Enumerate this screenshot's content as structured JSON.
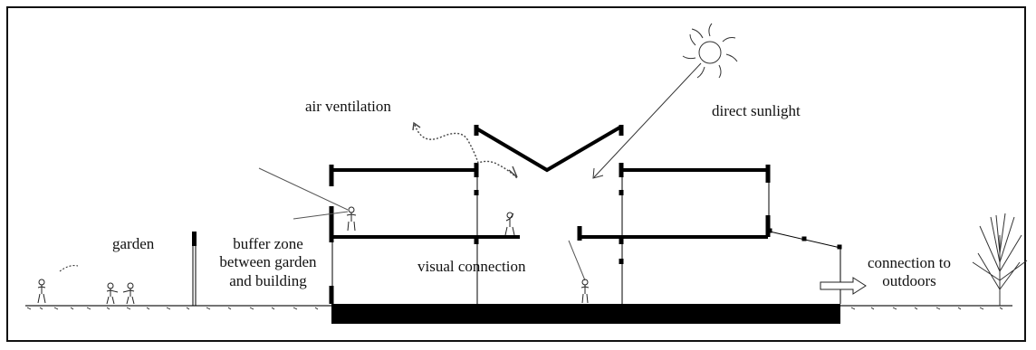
{
  "diagram": {
    "labels": {
      "air_ventilation": "air ventilation",
      "direct_sunlight": "direct sunlight",
      "garden": "garden",
      "buffer_zone_line1": "buffer zone",
      "buffer_zone_line2": "between garden",
      "buffer_zone_line3": "and building",
      "visual_connection": "visual connection",
      "connection_outdoors_line1": "connection to",
      "connection_outdoors_line2": "outdoors"
    },
    "colors": {
      "ink": "#111111",
      "background": "#ffffff"
    }
  }
}
